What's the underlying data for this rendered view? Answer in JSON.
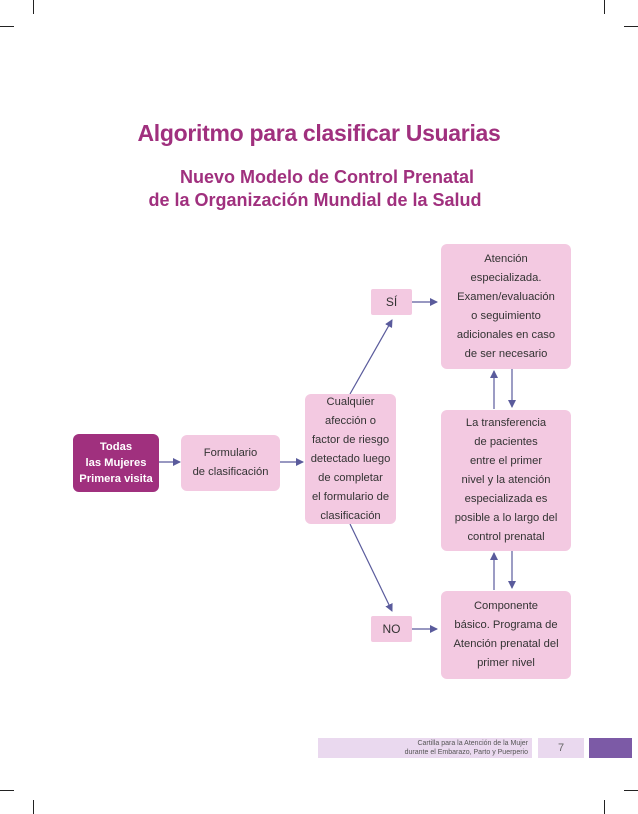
{
  "title": "Algoritmo para clasificar Usuarias",
  "subtitle_line1": "Nuevo Modelo de Control Prenatal",
  "subtitle_line2": "de la Organización Mundial de la Salud",
  "boxes": {
    "start": "Todas\nlas Mujeres\nPrimera visita",
    "form": "Formulario\nde clasificación",
    "question": "Cualquier\nafección o\nfactor de riesgo\ndetectado luego\nde completar\nel formulario de\nclasificación",
    "yes": "SÍ",
    "no": "NO",
    "specialized": "Atención\nespecializada.\nExamen/evaluación\no seguimiento\nadicionales en caso\nde ser necesario",
    "transfer": "La transferencia\nde pacientes\nentre el primer\nnivel y la atención\nespecializada es\nposible a lo largo del\ncontrol prenatal",
    "basic": "Componente\nbásico. Programa de\nAtención prenatal del\nprimer nivel"
  },
  "footer": {
    "text": "Cartilla para la Atención de la Mujer\ndurante el Embarazo, Parto y Puerperio",
    "page": "7"
  },
  "colors": {
    "accent": "#a0307e",
    "box_fill": "#f3c9e1",
    "line": "#5a5b9c",
    "footer_band": "#ead9ef",
    "footer_block": "#7c5aa6"
  }
}
